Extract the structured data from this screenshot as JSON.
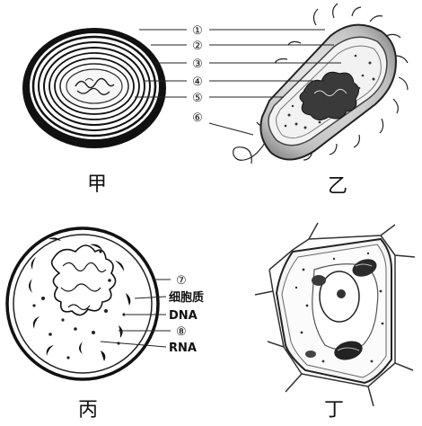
{
  "captions": {
    "jia": "甲",
    "yi": "乙",
    "bing": "丙",
    "ding": "丁"
  },
  "jia_labels": [
    "①",
    "②",
    "③",
    "④",
    "⑤",
    "⑥"
  ],
  "bing_labels": [
    "⑦",
    "细胞质",
    "DNA",
    "⑧",
    "RNA"
  ]
}
